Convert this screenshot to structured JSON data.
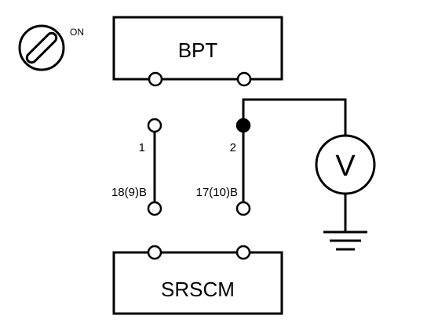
{
  "ignition": {
    "state_label": "ON"
  },
  "top_box": {
    "label": "BPT"
  },
  "bottom_box": {
    "label": "SRSCM"
  },
  "connector_left": {
    "pin": "1",
    "wire_code": "18(9)B"
  },
  "connector_right": {
    "pin": "2",
    "wire_code": "17(10)B"
  },
  "meter": {
    "symbol": "V"
  },
  "colors": {
    "ink": "#000000",
    "background": "#ffffff"
  }
}
